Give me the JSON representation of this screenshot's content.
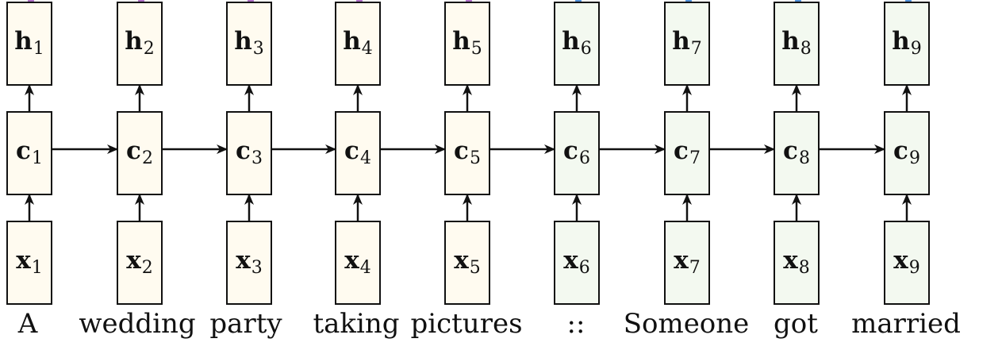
{
  "diagram": {
    "steps": [
      {
        "h": "h",
        "h_sub": "1",
        "c": "c",
        "c_sub": "1",
        "x": "x",
        "x_sub": "1",
        "word": "A",
        "group": "source"
      },
      {
        "h": "h",
        "h_sub": "2",
        "c": "c",
        "c_sub": "2",
        "x": "x",
        "x_sub": "2",
        "word": "wedding",
        "group": "source"
      },
      {
        "h": "h",
        "h_sub": "3",
        "c": "c",
        "c_sub": "3",
        "x": "x",
        "x_sub": "3",
        "word": "party",
        "group": "source"
      },
      {
        "h": "h",
        "h_sub": "4",
        "c": "c",
        "c_sub": "4",
        "x": "x",
        "x_sub": "4",
        "word": "taking",
        "group": "source"
      },
      {
        "h": "h",
        "h_sub": "5",
        "c": "c",
        "c_sub": "5",
        "x": "x",
        "x_sub": "5",
        "word": "pictures",
        "group": "source"
      },
      {
        "h": "h",
        "h_sub": "6",
        "c": "c",
        "c_sub": "6",
        "x": "x",
        "x_sub": "6",
        "word": "::",
        "group": "target"
      },
      {
        "h": "h",
        "h_sub": "7",
        "c": "c",
        "c_sub": "7",
        "x": "x",
        "x_sub": "7",
        "word": "Someone",
        "group": "target"
      },
      {
        "h": "h",
        "h_sub": "8",
        "c": "c",
        "c_sub": "8",
        "x": "x",
        "x_sub": "8",
        "word": "got",
        "group": "target"
      },
      {
        "h": "h",
        "h_sub": "9",
        "c": "c",
        "c_sub": "9",
        "x": "x",
        "x_sub": "9",
        "word": "married",
        "group": "target"
      }
    ],
    "colors": {
      "source_fill": "#fffbf0",
      "target_fill": "#f3f9f0",
      "stroke": "#111111",
      "tick_source": "#b070c8",
      "tick_target": "#5090d8"
    }
  }
}
